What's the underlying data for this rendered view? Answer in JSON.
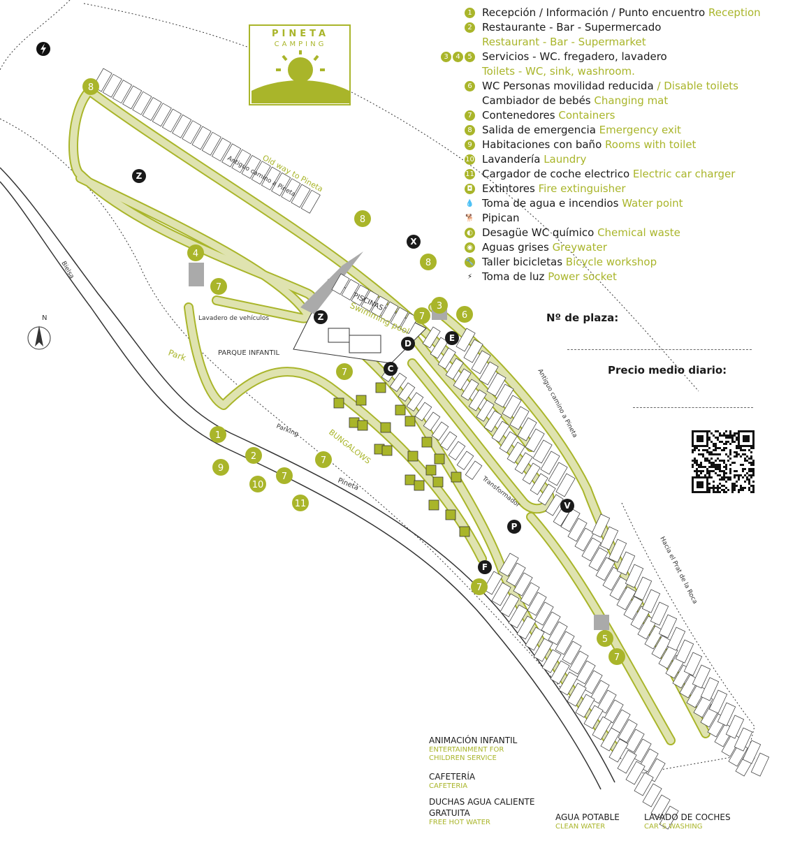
{
  "brand": {
    "name": "PINETA",
    "sub": "CAMPING"
  },
  "colors": {
    "accent": "#a9b52a",
    "road_fill": "#dfe3b0",
    "dark": "#1a1a1a"
  },
  "legend": [
    {
      "badges": [
        "1"
      ],
      "es": "Recepción / Información / Punto encuentro",
      "en": "Reception"
    },
    {
      "badges": [
        "2"
      ],
      "es": "Restaurante - Bar - Supermercado",
      "en": "Restaurant - Bar - Supermarket",
      "en_newline": true
    },
    {
      "badges": [
        "3",
        "4",
        "5"
      ],
      "es": "Servicios - WC. fregadero, lavadero",
      "en": "Toilets - WC, sink, washroom.",
      "en_newline": true
    },
    {
      "badges": [
        "6"
      ],
      "es": "WC Personas movilidad reducida",
      "en": "/ Disable toilets"
    },
    {
      "badges": [],
      "es": "Cambiador de bebés",
      "en": "Changing mat"
    },
    {
      "badges": [
        "7"
      ],
      "es": "Contenedores",
      "en": "Containers"
    },
    {
      "badges": [
        "8"
      ],
      "es": "Salida de emergencia",
      "en": "Emergency exit"
    },
    {
      "badges": [
        "9"
      ],
      "es": "Habitaciones con baño",
      "en": "Rooms with toilet"
    },
    {
      "badges": [
        "10"
      ],
      "es": "Lavandería",
      "en": "Laundry"
    },
    {
      "badges": [
        "11"
      ],
      "es": "Cargador de coche electrico",
      "en": "Electric car charger"
    },
    {
      "badges": [
        "ext"
      ],
      "es": "Extintores",
      "en": "Fire extinguisher"
    },
    {
      "badges": [
        "drop"
      ],
      "es": "Toma de agua e incendios",
      "en": "Water point"
    },
    {
      "badges": [
        "dog"
      ],
      "es": "Pipican",
      "en": ""
    },
    {
      "badges": [
        "chem"
      ],
      "es": "Desagüe WC químico",
      "en": "Chemical waste"
    },
    {
      "badges": [
        "grey"
      ],
      "es": "Aguas grises",
      "en": "Greywater"
    },
    {
      "badges": [
        "wrench"
      ],
      "es": "Taller bicicletas",
      "en": "Bicycle workshop"
    },
    {
      "badges": [
        "bolt"
      ],
      "es": "Toma de luz",
      "en": "Power socket"
    }
  ],
  "plaza": {
    "label": "Nº de plaza:",
    "price_label": "Precio medio diario:"
  },
  "services": [
    {
      "es": "ANIMACIÓN INFANTIL",
      "en": "ENTERTAINMENT FOR CHILDREN SERVICE"
    },
    {
      "es": "CAFETERÍA",
      "en": "CAFETERIA"
    },
    {
      "es": "DUCHAS AGUA CALIENTE GRATUITA",
      "en": "FREE HOT WATER"
    },
    {
      "es": "AGUA POTABLE",
      "en": "CLEAN WATER"
    },
    {
      "es": "LAVADO DE COCHES",
      "en": "CAR´S WASHING"
    }
  ],
  "map_labels": {
    "old_way": "Old way to Pineta",
    "antiguo1": "Antiguo camino a Pineta",
    "antiguo2": "Antiguo camino a Pineta",
    "piscinas": "PISCINAS",
    "swimming": "Swimming pool",
    "lavadero": "Lavadero de vehículos",
    "park": "Park",
    "parque": "PARQUE INFANTIL",
    "parking": "Parking",
    "bungalows": "BUNGALOWS",
    "pineta_road": "Pineta",
    "bielsa": "Bielsa",
    "transformador": "Transformador",
    "prat": "Hacia el Prat de la Roca",
    "north": "N"
  },
  "zones": [
    "Z",
    "Z",
    "X",
    "D",
    "E",
    "C",
    "V",
    "P",
    "F"
  ]
}
